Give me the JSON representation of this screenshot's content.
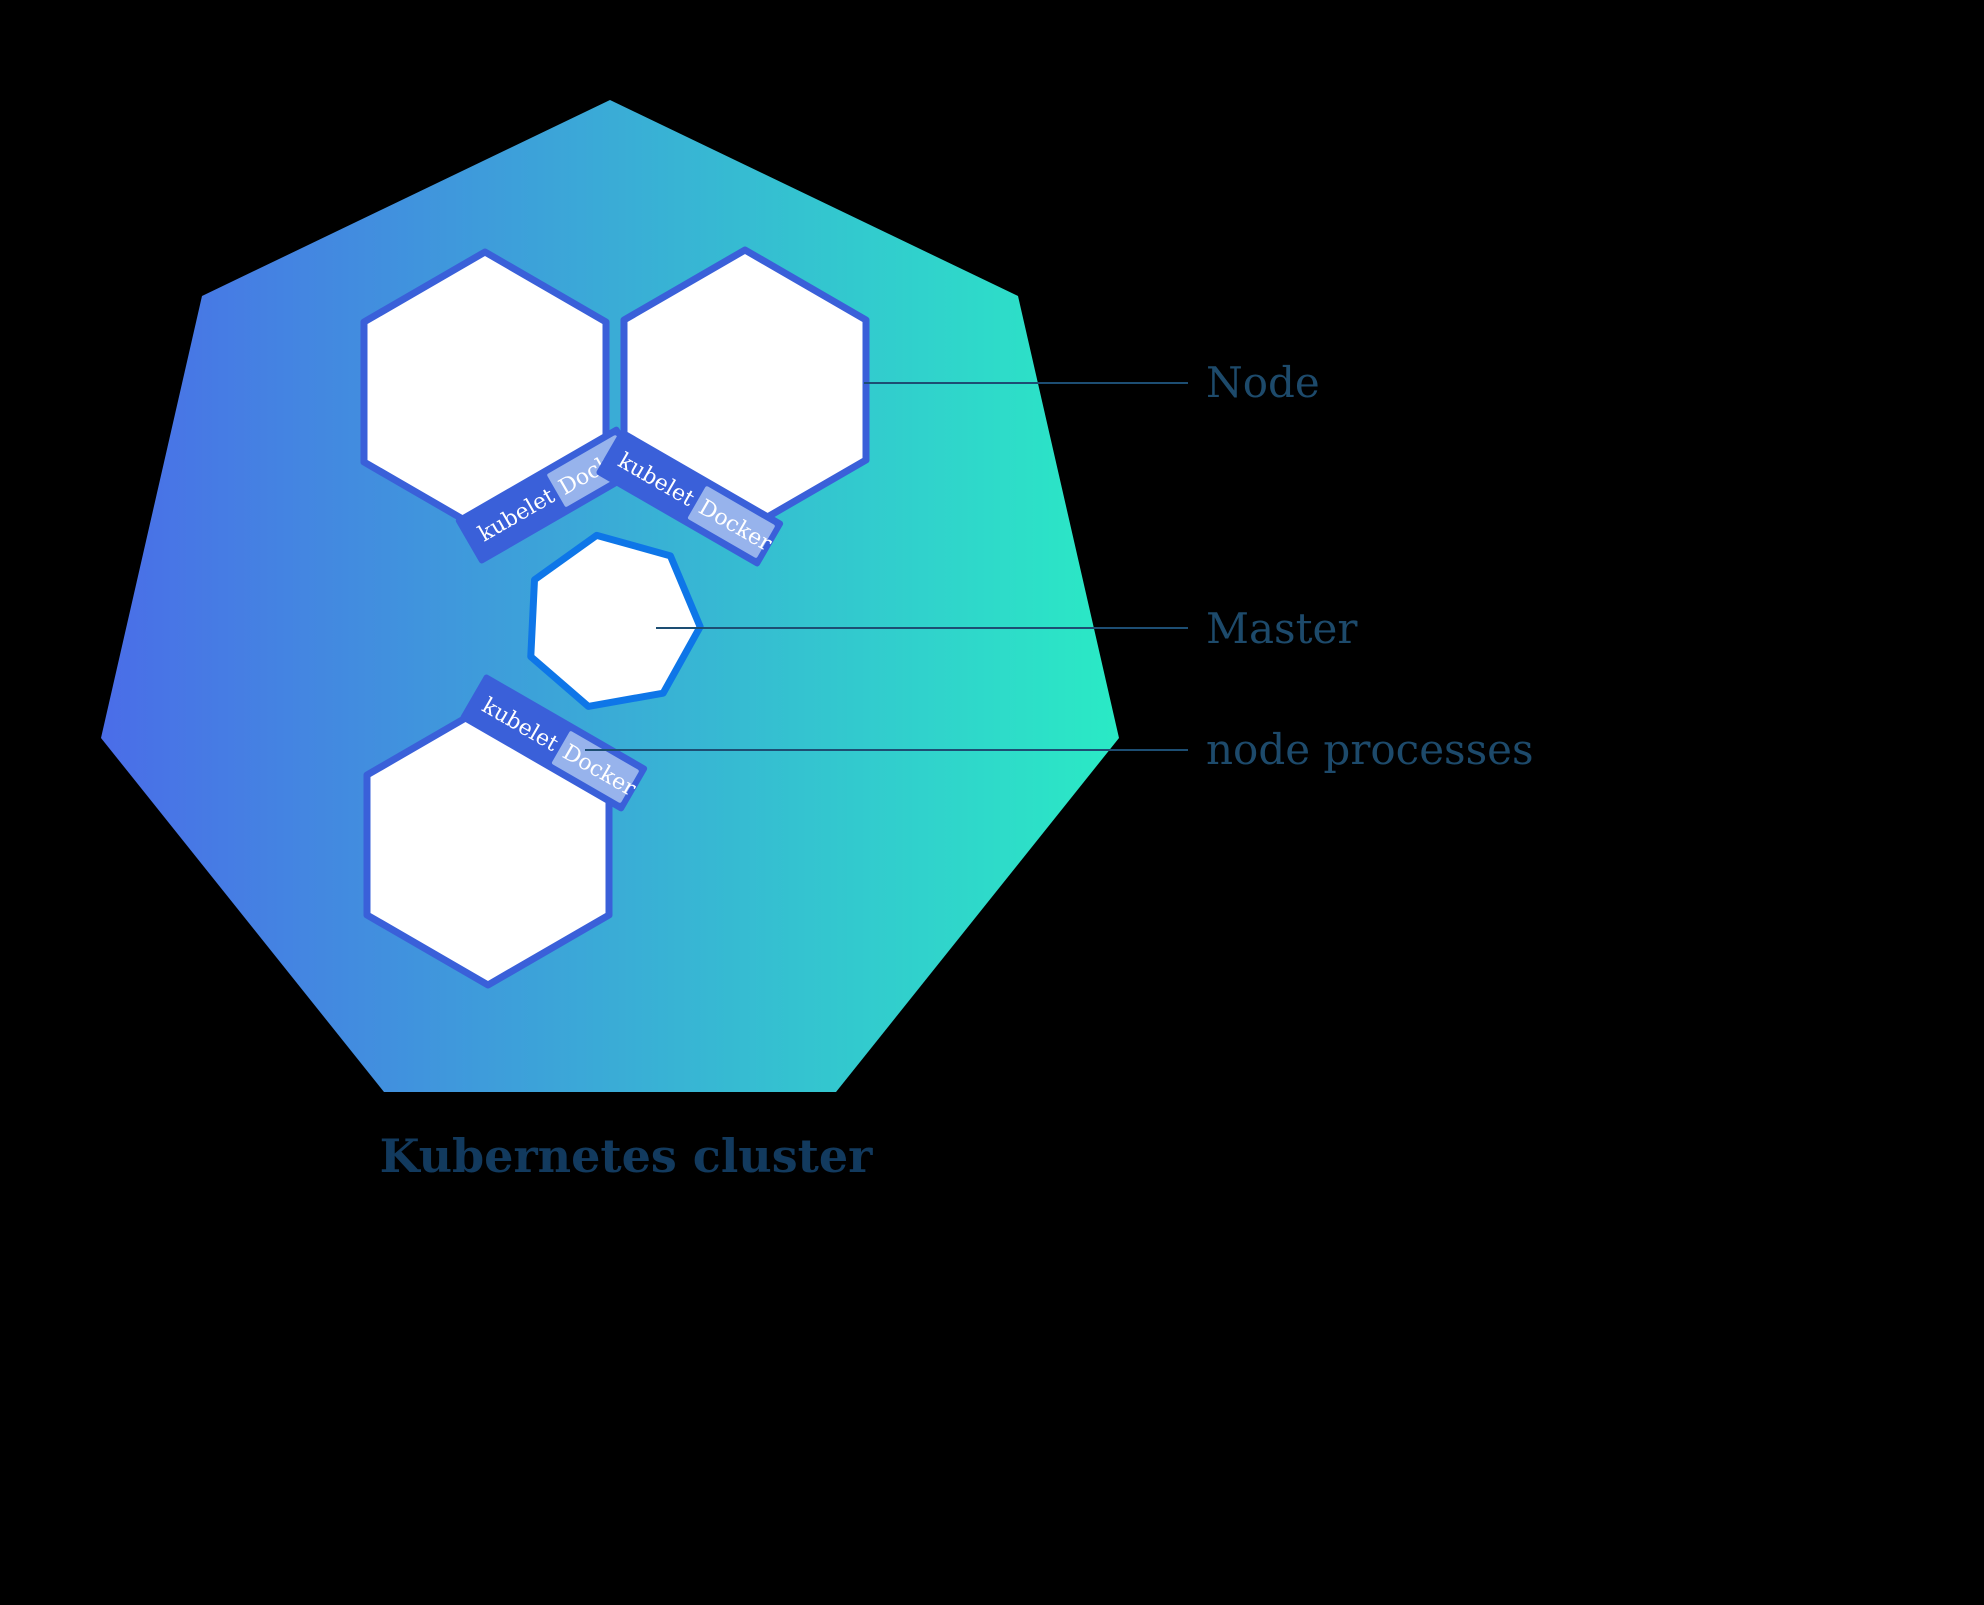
{
  "diagram": {
    "title": "Kubernetes cluster",
    "callouts": {
      "node": "Node",
      "master": "Master",
      "node_processes": "node processes"
    },
    "banner": {
      "kubelet": "kubelet",
      "docker": "Docker"
    },
    "colors": {
      "background": "#000000",
      "cluster_gradient_start": "#4a6de8",
      "cluster_gradient_end": "#2aeac5",
      "node_fill": "#ffffff",
      "node_border": "#3a60d9",
      "banner_fill": "#3a60d9",
      "docker_chip_fill": "#97b3ec",
      "banner_text": "#ffffff",
      "master_fill": "#ffffff",
      "master_border": "#0e76e8",
      "label_text": "#1d4a6b",
      "title_text": "#123a5e",
      "leader_line": "#1d4e73"
    }
  }
}
